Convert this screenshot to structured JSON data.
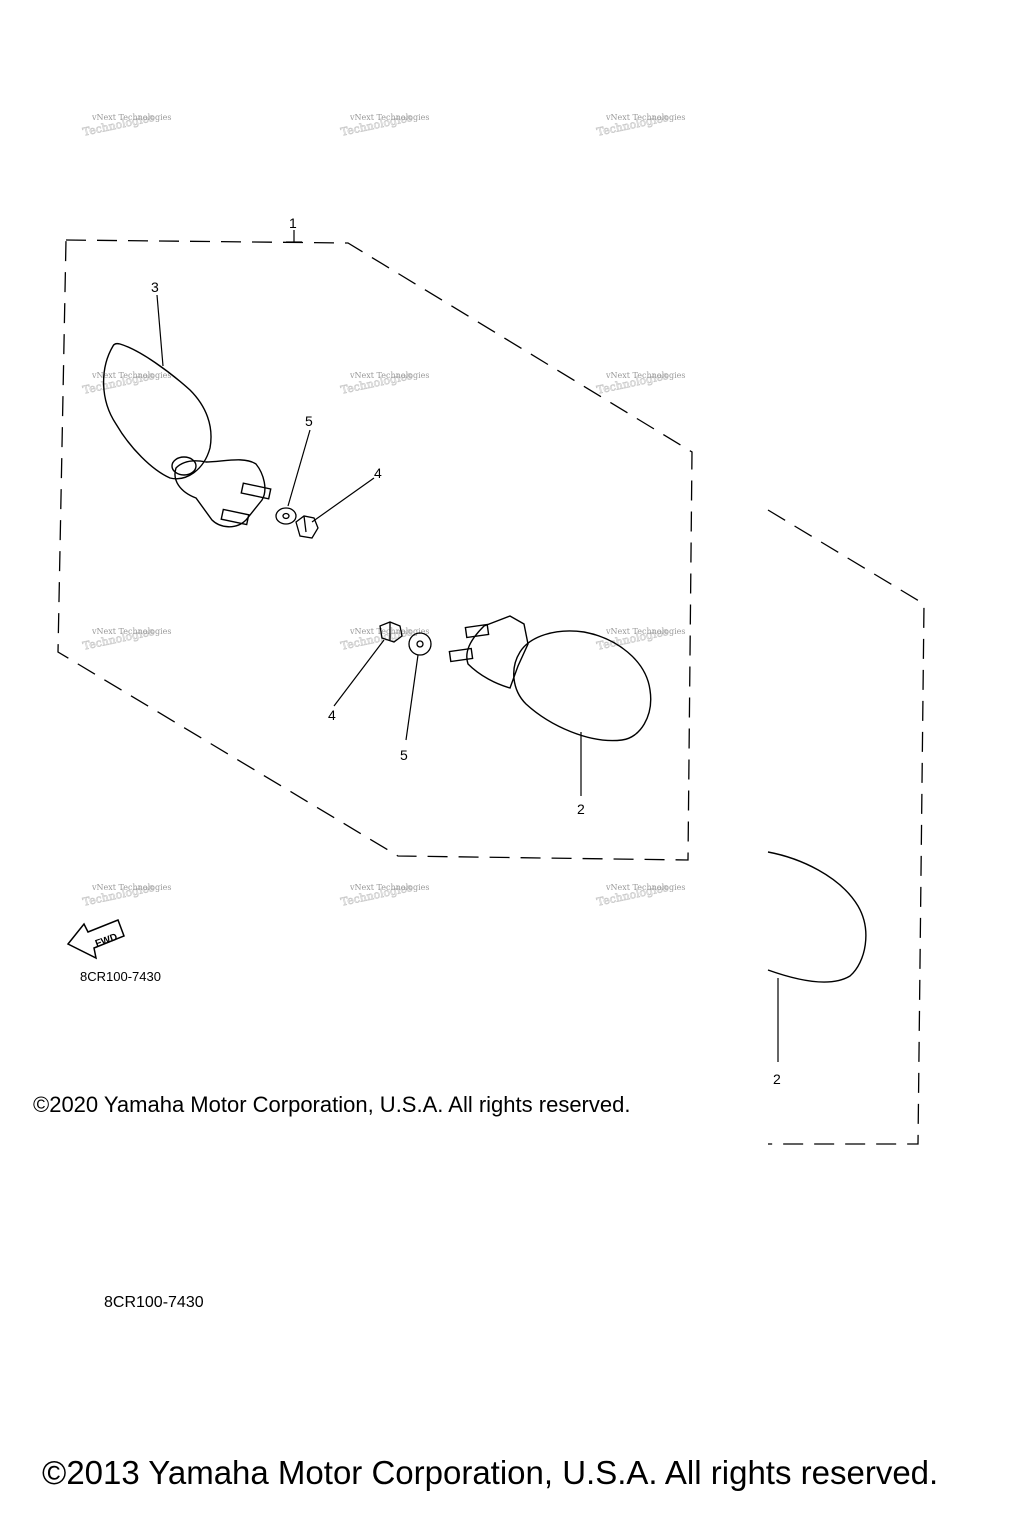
{
  "diagram": {
    "callouts": {
      "assembly": "1",
      "mirror_right": "2",
      "mirror_right_inset": "2",
      "mirror_left": "3",
      "nut_upper": "4",
      "nut_lower": "4",
      "washer_upper": "5",
      "washer_lower": "5"
    },
    "fwd_label": "FWD",
    "watermark": "vNext Technologies"
  },
  "part_codes": [
    "8CR100-7430",
    "8CR100-7430"
  ],
  "copyrights": [
    "©2020 Yamaha Motor Corporation, U.S.A. All rights reserved.",
    "©2013 Yamaha Motor Corporation, U.S.A. All rights reserved."
  ]
}
